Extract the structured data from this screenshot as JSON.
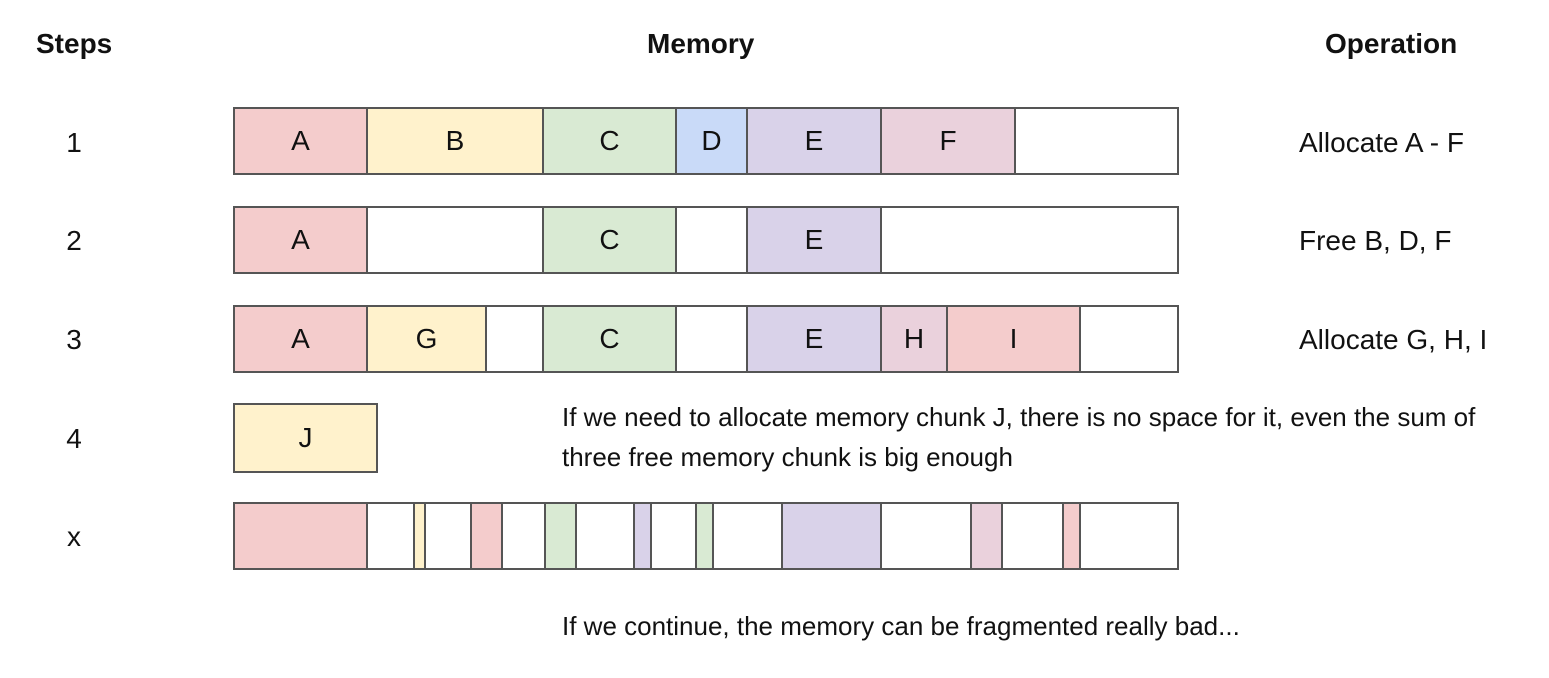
{
  "headers": {
    "steps": "Steps",
    "memory": "Memory",
    "operation": "Operation"
  },
  "colors": {
    "pink": "#f4cccc",
    "yellow": "#fff2cc",
    "green": "#d9ead3",
    "blue": "#c9daf8",
    "purple": "#d9d2e9",
    "mauve": "#ead1dc",
    "border": "#555555"
  },
  "rows": [
    {
      "step": "1",
      "operation": "Allocate A - F",
      "blocks": [
        "A",
        "B",
        "C",
        "D",
        "E",
        "F"
      ]
    },
    {
      "step": "2",
      "operation": "Free B, D, F",
      "blocks": [
        "A",
        "C",
        "E"
      ]
    },
    {
      "step": "3",
      "operation": "Allocate G, H, I",
      "blocks": [
        "A",
        "G",
        "C",
        "E",
        "H",
        "I"
      ]
    },
    {
      "step": "4",
      "operation": "",
      "blocks": [
        "J"
      ]
    },
    {
      "step": "x",
      "operation": "",
      "blocks": []
    }
  ],
  "notes": {
    "no_space": "If we need to allocate memory chunk J, there is no space for it, even the sum of three free memory chunk is big enough",
    "fragmented": "If we continue, the memory can be fragmented really bad..."
  }
}
